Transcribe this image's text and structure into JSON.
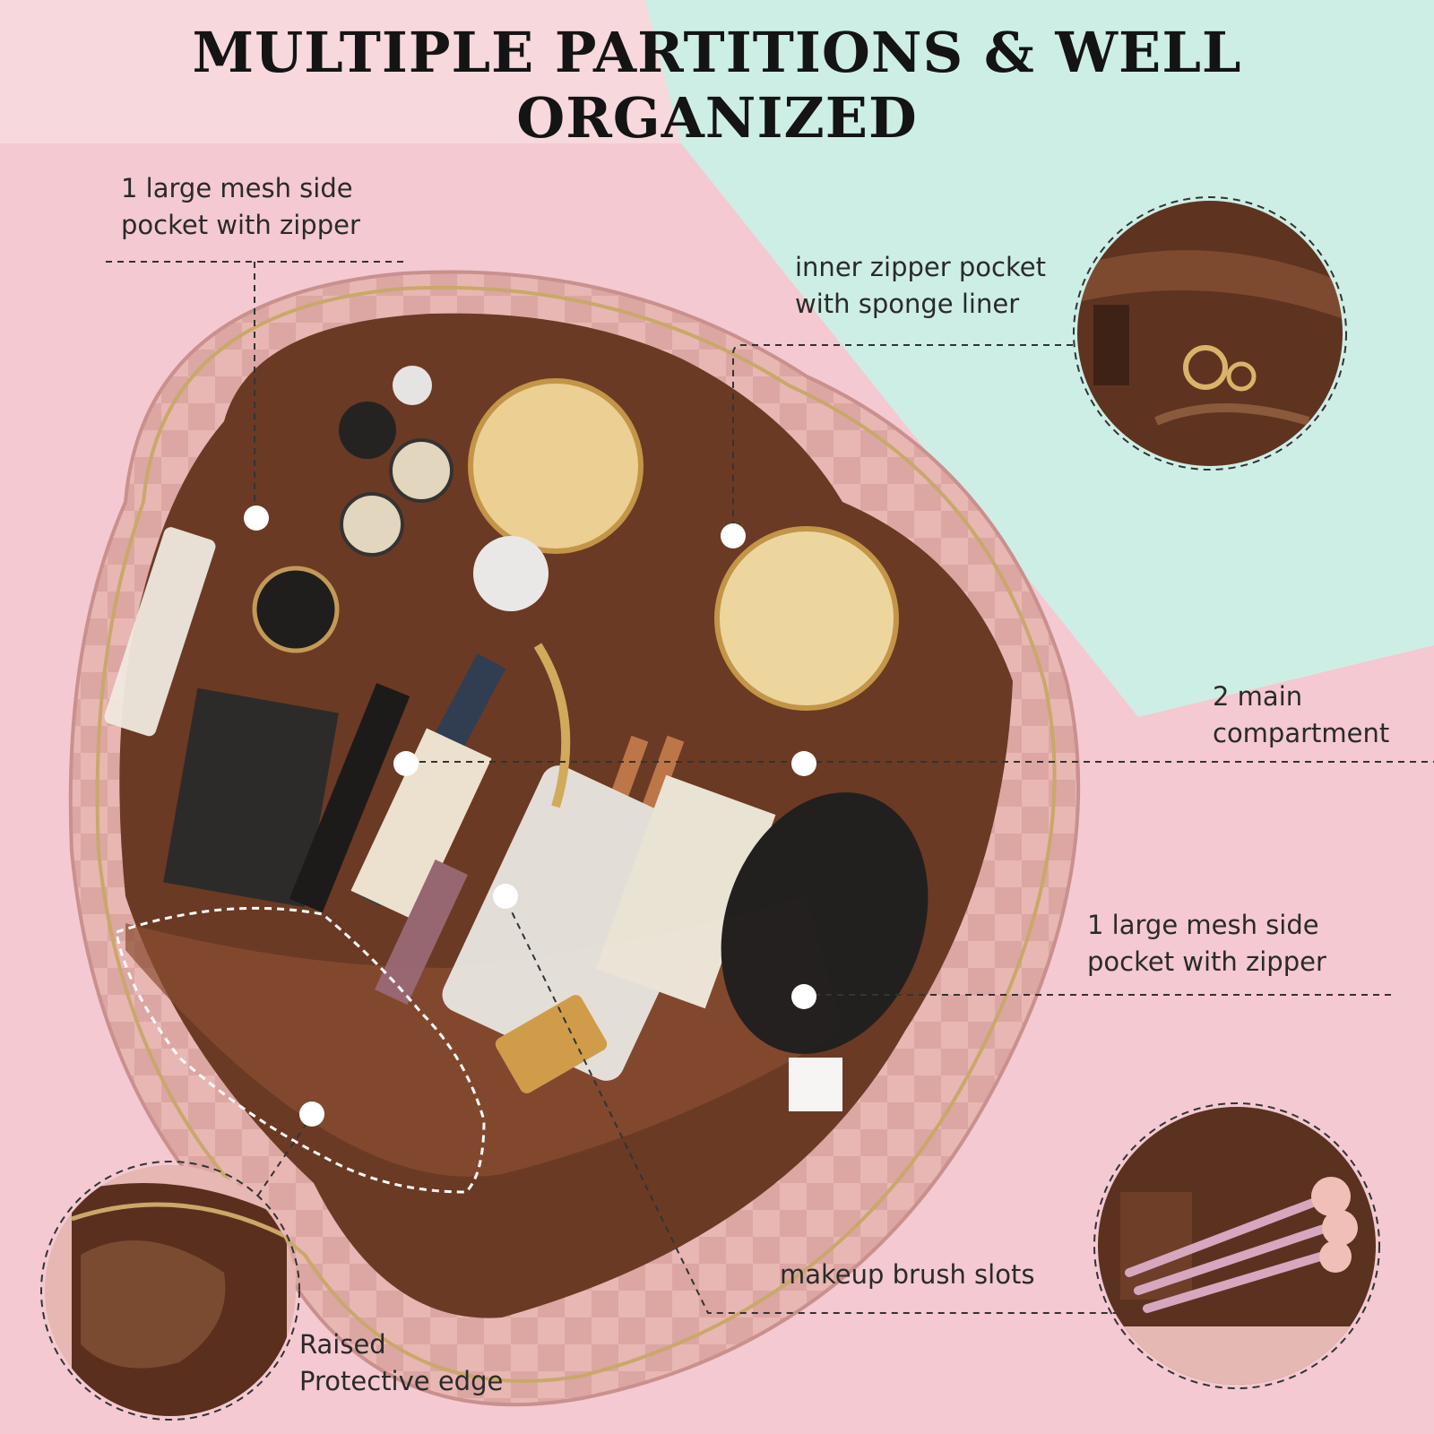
{
  "headline": "MULTIPLE PARTITIONS & WELL ORGANIZED",
  "callouts": {
    "side_pocket_top": {
      "line1": "1 large mesh side",
      "line2": "pocket with zipper"
    },
    "inner_pocket": {
      "line1": "inner zipper pocket",
      "line2": "with sponge liner"
    },
    "main_compartment": {
      "line1": "2 main",
      "line2": "compartment"
    },
    "side_pocket_bottom": {
      "line1": "1 large mesh side",
      "line2": "pocket with zipper"
    },
    "brush_slots": {
      "line1": "makeup brush slots"
    },
    "raised_edge": {
      "line1": "Raised",
      "line2": "Protective edge"
    }
  },
  "colors": {
    "background_pink": "#f4c9d1",
    "mint_panel": "#cdeee5",
    "header_band": "#f7d8dd",
    "bag_pink": "#e9b9b6",
    "lining_brown": "#6b3a24",
    "leader_line": "#333333",
    "marker_dot": "#ffffff"
  },
  "icons": {
    "bag": "cosmetic-bag-illustration",
    "inset_top": "zipper-pocket-inset",
    "inset_bottom_left": "raised-edge-inset",
    "inset_bottom_right": "brush-slots-inset"
  }
}
